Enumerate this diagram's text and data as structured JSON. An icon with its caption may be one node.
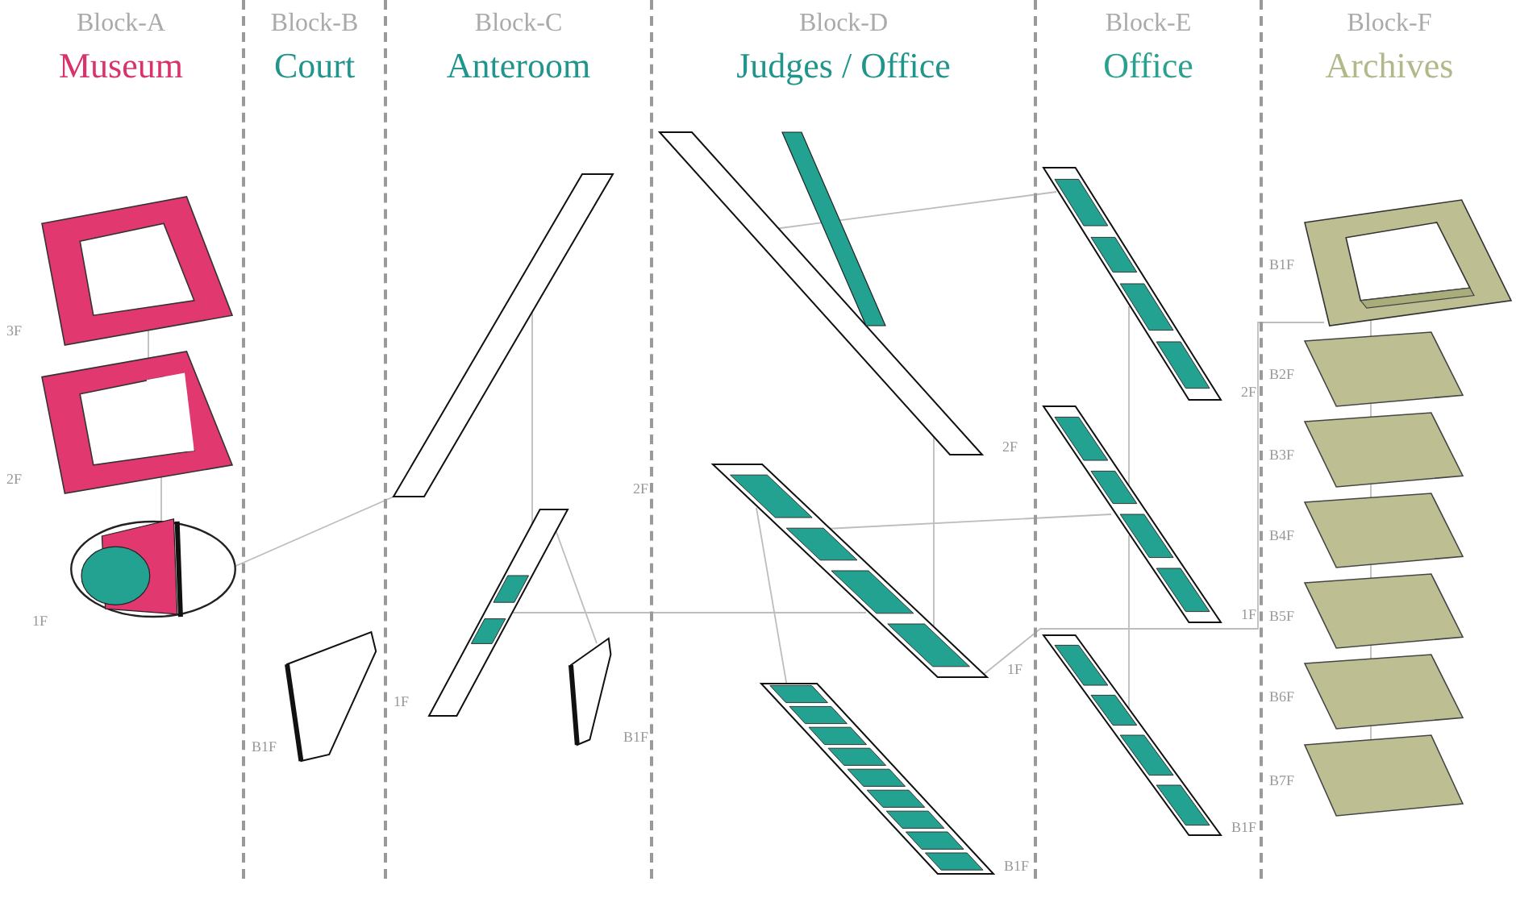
{
  "diagram": {
    "nodes": [
      {
        "text": [
          "Block-A",
          "Museum"
        ]
      },
      {
        "text": [
          "Block-B",
          "Court"
        ]
      },
      {
        "text": [
          "Block-C",
          "Anteroom"
        ]
      },
      {
        "text": [
          "Block-D",
          "Judges / Office"
        ]
      },
      {
        "text": [
          "Block-E",
          "Office"
        ]
      },
      {
        "text": [
          "Block-F",
          "Archives"
        ]
      },
      {
        "text": [],
        "shape": "picture",
        "in": 0,
        "beside": [
          "3F"
        ]
      },
      {
        "text": [],
        "shape": "picture",
        "in": 0,
        "beside": [
          "2F"
        ]
      },
      {
        "text": [],
        "shape": "picture",
        "in": 0,
        "beside": [
          "1F"
        ]
      },
      {
        "text": [],
        "shape": "picture",
        "in": 1,
        "beside": [
          "B1F"
        ]
      },
      {
        "text": [],
        "shape": "picture",
        "in": 2,
        "beside": [
          "2F"
        ]
      },
      {
        "text": [],
        "shape": "picture",
        "in": 2,
        "beside": [
          "1F"
        ]
      },
      {
        "text": [],
        "shape": "picture",
        "in": 2,
        "beside": [
          "B1F"
        ]
      },
      {
        "text": [],
        "shape": "picture",
        "in": 3,
        "beside": [
          "2F"
        ]
      },
      {
        "text": [],
        "shape": "picture",
        "in": 3,
        "beside": [
          "1F"
        ]
      },
      {
        "text": [],
        "shape": "picture",
        "in": 3,
        "beside": [
          "B1F"
        ]
      },
      {
        "text": [],
        "shape": "picture",
        "in": 4,
        "beside": [
          "2F"
        ]
      },
      {
        "text": [],
        "shape": "picture",
        "in": 4,
        "beside": [
          "1F"
        ]
      },
      {
        "text": [],
        "shape": "picture",
        "in": 4,
        "beside": [
          "B1F"
        ]
      },
      {
        "text": [],
        "shape": "picture",
        "in": 5,
        "beside": [
          "B1F"
        ]
      },
      {
        "text": [],
        "shape": "picture",
        "in": 5,
        "beside": [
          "B2F"
        ]
      },
      {
        "text": [],
        "shape": "picture",
        "in": 5,
        "beside": [
          "B3F"
        ]
      },
      {
        "text": [],
        "shape": "picture",
        "in": 5,
        "beside": [
          "B4F"
        ]
      },
      {
        "text": [],
        "shape": "picture",
        "in": 5,
        "beside": [
          "B5F"
        ]
      },
      {
        "text": [],
        "shape": "picture",
        "in": 5,
        "beside": [
          "B6F"
        ]
      },
      {
        "text": [],
        "shape": "picture",
        "in": 5,
        "beside": [
          "B7F"
        ]
      }
    ],
    "edges": [
      {
        "from": 6,
        "to": 7,
        "arrow": "none"
      },
      {
        "from": 7,
        "to": 8,
        "arrow": "none"
      },
      {
        "from": 8,
        "to": 10,
        "arrow": "none"
      },
      {
        "from": 10,
        "to": 11,
        "arrow": "none"
      },
      {
        "from": 11,
        "to": 12,
        "arrow": "none"
      },
      {
        "from": 11,
        "to": 14,
        "arrow": "none"
      },
      {
        "from": 13,
        "to": 14,
        "arrow": "none"
      },
      {
        "from": 14,
        "to": 15,
        "arrow": "none"
      },
      {
        "from": 13,
        "to": 16,
        "arrow": "none"
      },
      {
        "from": 14,
        "to": 17,
        "arrow": "none"
      },
      {
        "from": 16,
        "to": 17,
        "arrow": "none"
      },
      {
        "from": 17,
        "to": 18,
        "arrow": "none"
      },
      {
        "from": 14,
        "to": 19,
        "arrow": "none"
      },
      {
        "from": 19,
        "to": 20,
        "arrow": "none"
      },
      {
        "from": 20,
        "to": 21,
        "arrow": "none"
      },
      {
        "from": 21,
        "to": 22,
        "arrow": "none"
      },
      {
        "from": 22,
        "to": 23,
        "arrow": "none"
      },
      {
        "from": 23,
        "to": 24,
        "arrow": "none"
      },
      {
        "from": 24,
        "to": 25,
        "arrow": "none"
      }
    ]
  }
}
